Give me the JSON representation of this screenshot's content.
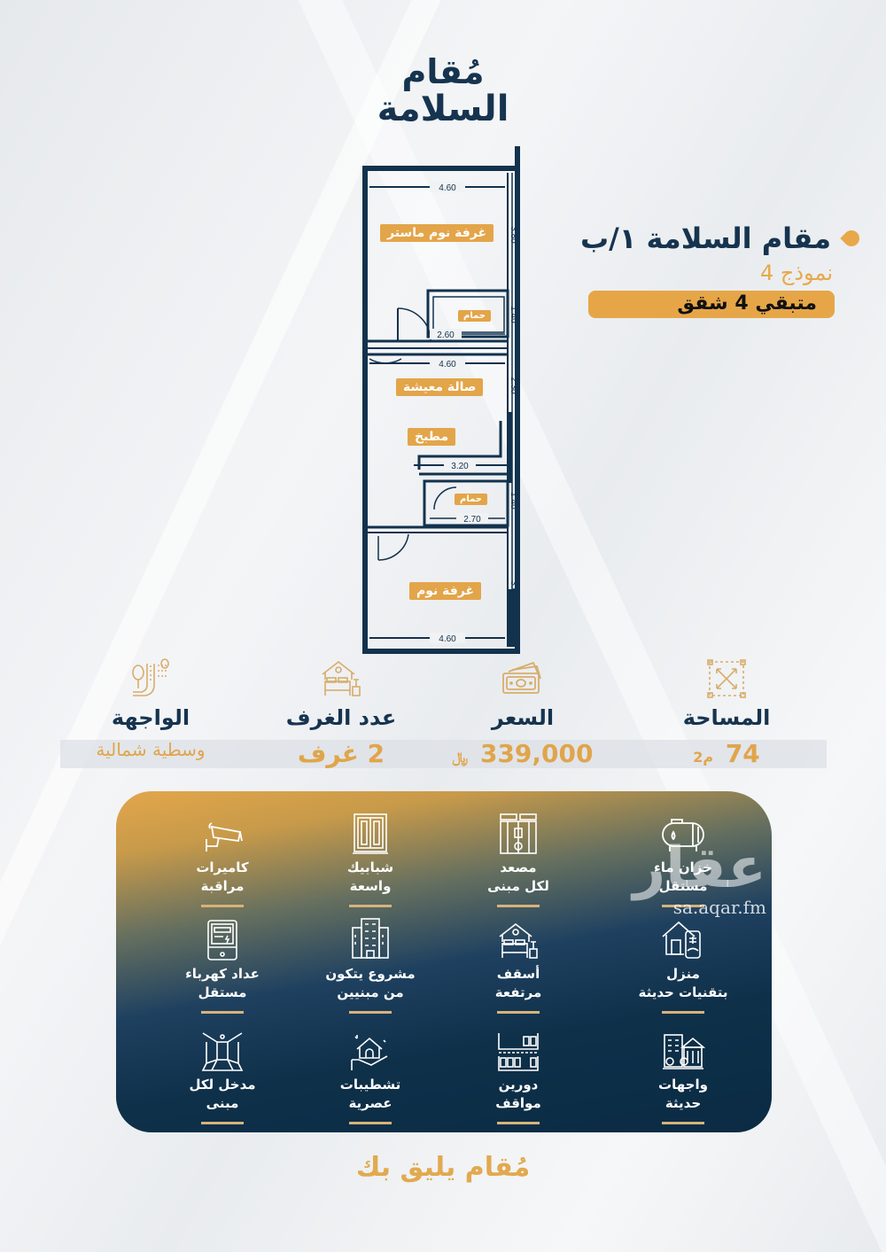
{
  "brand": {
    "logo_line1": "مُقام",
    "logo_line2": "السلامة",
    "colors": {
      "navy": "#16344f",
      "gold": "#e3a549"
    }
  },
  "unit_info": {
    "title": "مقام السلامة ١/ب",
    "model": "نموذج 4",
    "remaining": "متبقي 4 شقق"
  },
  "floor_plan": {
    "rooms": [
      {
        "name": "غرفة نوم ماستر"
      },
      {
        "name": "حمام"
      },
      {
        "name": "صالة معيشة"
      },
      {
        "name": "مطبخ"
      },
      {
        "name": "حمام"
      },
      {
        "name": "غرفة نوم"
      }
    ],
    "dimensions": {
      "top_width": "4.60",
      "master_height": "3.80",
      "bath1_width": "2.60",
      "bath1_height": "1.40",
      "living_width": "4.60",
      "living_height": "2.30",
      "kitchen_width": "3.20",
      "bath2_width": "2.70",
      "bath2_height": "1.40",
      "bedroom_height": "3.60",
      "bottom_width": "4.60"
    }
  },
  "stats": [
    {
      "label": "المساحة",
      "value": "74",
      "unit": "م2",
      "icon": "area-expand-icon"
    },
    {
      "label": "السعر",
      "value": "339,000",
      "unit": "﷼",
      "icon": "money-icon"
    },
    {
      "label": "عدد الغرف",
      "value": "2 غرف",
      "icon": "bedroom-icon"
    },
    {
      "label": "الواجهة",
      "value": "وسطية شمالية",
      "icon": "facade-road-icon"
    }
  ],
  "features": [
    {
      "text": [
        "خزان ماء",
        "مستقل"
      ],
      "icon": "water-tank-icon"
    },
    {
      "text": [
        "مصعد",
        "لكل مبنى"
      ],
      "icon": "elevator-icon"
    },
    {
      "text": [
        "شبابيك",
        "واسعة"
      ],
      "icon": "window-icon"
    },
    {
      "text": [
        "كاميرات",
        "مراقبة"
      ],
      "icon": "security-camera-icon"
    },
    {
      "text": [
        "منزل",
        "بتقنيات حديثة"
      ],
      "icon": "smart-home-icon"
    },
    {
      "text": [
        "أسقف",
        "مرتفعة"
      ],
      "icon": "bedroom-ceiling-icon"
    },
    {
      "text": [
        "مشروع يتكون",
        "من مبنيين"
      ],
      "icon": "buildings-icon"
    },
    {
      "text": [
        "عداد كهرباء",
        "مستقل"
      ],
      "icon": "electric-meter-icon"
    },
    {
      "text": [
        "واجهات",
        "حديثة"
      ],
      "icon": "modern-facade-icon"
    },
    {
      "text": [
        "دورين",
        "مواقف"
      ],
      "icon": "parking-icon"
    },
    {
      "text": [
        "تشطيبات",
        "عصرية"
      ],
      "icon": "finishing-icon"
    },
    {
      "text": [
        "مدخل لكل",
        "مبنى"
      ],
      "icon": "entrance-icon"
    }
  ],
  "watermark": {
    "logo": "عقار",
    "url": "sa.aqar.fm"
  },
  "slogan": "مُقام يليق بك"
}
